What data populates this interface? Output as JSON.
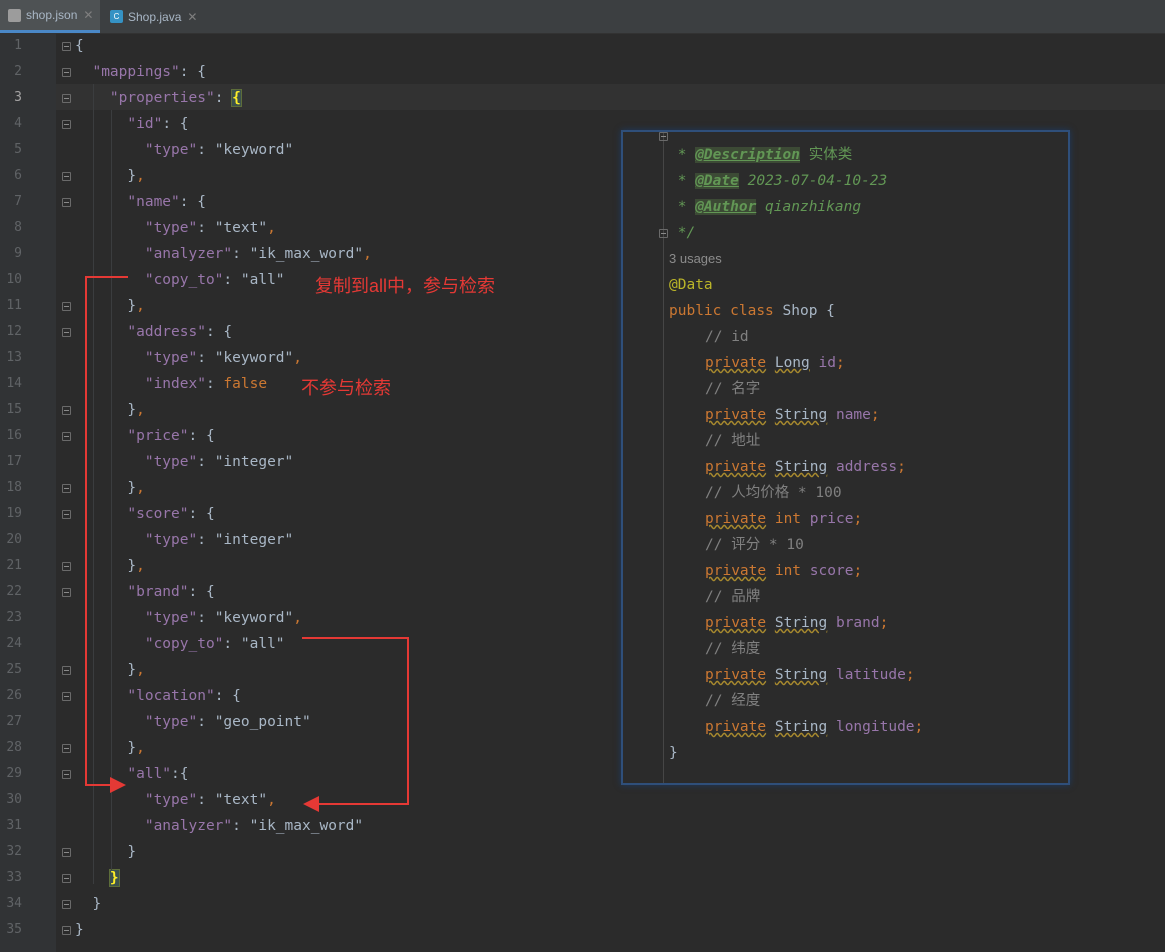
{
  "tabs": [
    {
      "label": "shop.json",
      "icon": "json-file-icon",
      "active": true
    },
    {
      "label": "Shop.java",
      "icon": "java-class-icon",
      "active": false
    }
  ],
  "current_line": 3,
  "json_lines": [
    "{",
    "  \"mappings\": {",
    "    \"properties\": {",
    "      \"id\": {",
    "        \"type\": \"keyword\"",
    "      },",
    "      \"name\": {",
    "        \"type\": \"text\",",
    "        \"analyzer\": \"ik_max_word\",",
    "        \"copy_to\": \"all\"",
    "      },",
    "      \"address\": {",
    "        \"type\": \"keyword\",",
    "        \"index\": false",
    "      },",
    "      \"price\": {",
    "        \"type\": \"integer\"",
    "      },",
    "      \"score\": {",
    "        \"type\": \"integer\"",
    "      },",
    "      \"brand\": {",
    "        \"type\": \"keyword\",",
    "        \"copy_to\": \"all\"",
    "      },",
    "      \"location\": {",
    "        \"type\": \"geo_point\"",
    "      },",
    "      \"all\":{",
    "        \"type\": \"text\",",
    "        \"analyzer\": \"ik_max_word\"",
    "      }",
    "    }",
    "  }",
    "}"
  ],
  "annotations": {
    "copy_to_all": "复制到all中，参与检索",
    "not_indexed": "不参与检索"
  },
  "popup": {
    "file": "Shop.java",
    "javadoc": {
      "description_tag": "@Description",
      "description_text": "实体类",
      "date_tag": "@Date",
      "date_text": "2023-07-04-10-23",
      "author_tag": "@Author",
      "author_text": "qianzhikang"
    },
    "usages": "3 usages",
    "annotation": "@Data",
    "class_decl": {
      "public": "public",
      "class": "class",
      "name": "Shop",
      "brace": "{"
    },
    "fields": [
      {
        "comment": "// id",
        "modifier": "private",
        "type": "Long",
        "name": "id;"
      },
      {
        "comment": "// 名字",
        "modifier": "private",
        "type": "String",
        "name": "name;"
      },
      {
        "comment": "// 地址",
        "modifier": "private",
        "type": "String",
        "name": "address;"
      },
      {
        "comment": "// 人均价格 * 100",
        "modifier": "private",
        "type": "int",
        "name": "price;"
      },
      {
        "comment": "// 评分 * 10",
        "modifier": "private",
        "type": "int",
        "name": "score;"
      },
      {
        "comment": "// 品牌",
        "modifier": "private",
        "type": "String",
        "name": "brand;"
      },
      {
        "comment": "// 纬度",
        "modifier": "private",
        "type": "String",
        "name": "latitude;"
      },
      {
        "comment": "// 经度",
        "modifier": "private",
        "type": "String",
        "name": "longitude;"
      }
    ],
    "closing": "}"
  },
  "colors": {
    "background": "#2b2b2b",
    "json_key": "#9876aa",
    "json_string": "#6a8759",
    "keyword": "#cc7832",
    "annotation_red": "#e53935",
    "doc_comment": "#629755"
  }
}
